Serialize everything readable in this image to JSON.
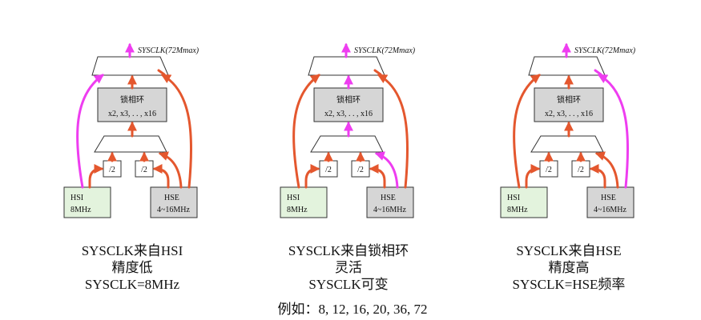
{
  "colors": {
    "red": "#e4572e",
    "magenta": "#ee3df0",
    "hsi_fill": "#e3f3dd",
    "hse_fill": "#d6d6d6",
    "pll_fill": "#d6d6d6"
  },
  "diagrams": [
    {
      "sysclk_label": "SYSCLK(72Mmax)",
      "pll_title": "锁相环",
      "pll_multipliers": "x2, x3, . . , x16",
      "div_hsi": "/2",
      "div_hse": "/2",
      "hsi_name": "HSI",
      "hsi_freq": "8MHz",
      "hse_name": "HSE",
      "hse_freq": "4~16MHz",
      "selected_source": "HSI",
      "caption": [
        "SYSCLK来自HSI",
        "精度低",
        "SYSCLK=8MHz"
      ]
    },
    {
      "sysclk_label": "SYSCLK(72Mmax)",
      "pll_title": "锁相环",
      "pll_multipliers": "x2, x3, . . , x16",
      "div_hsi": "/2",
      "div_hse": "/2",
      "hsi_name": "HSI",
      "hsi_freq": "8MHz",
      "hse_name": "HSE",
      "hse_freq": "4~16MHz",
      "selected_source": "PLL",
      "caption": [
        "SYSCLK来自锁相环",
        "灵活",
        "SYSCLK可变"
      ]
    },
    {
      "sysclk_label": "SYSCLK(72Mmax)",
      "pll_title": "锁相环",
      "pll_multipliers": "x2, x3, . . , x16",
      "div_hsi": "/2",
      "div_hse": "/2",
      "hsi_name": "HSI",
      "hsi_freq": "8MHz",
      "hse_name": "HSE",
      "hse_freq": "4~16MHz",
      "selected_source": "HSE",
      "caption": [
        "SYSCLK来自HSE",
        "精度高",
        "SYSCLK=HSE频率"
      ]
    }
  ],
  "example_text": "例如：8, 12, 16, 20, 36, 72"
}
